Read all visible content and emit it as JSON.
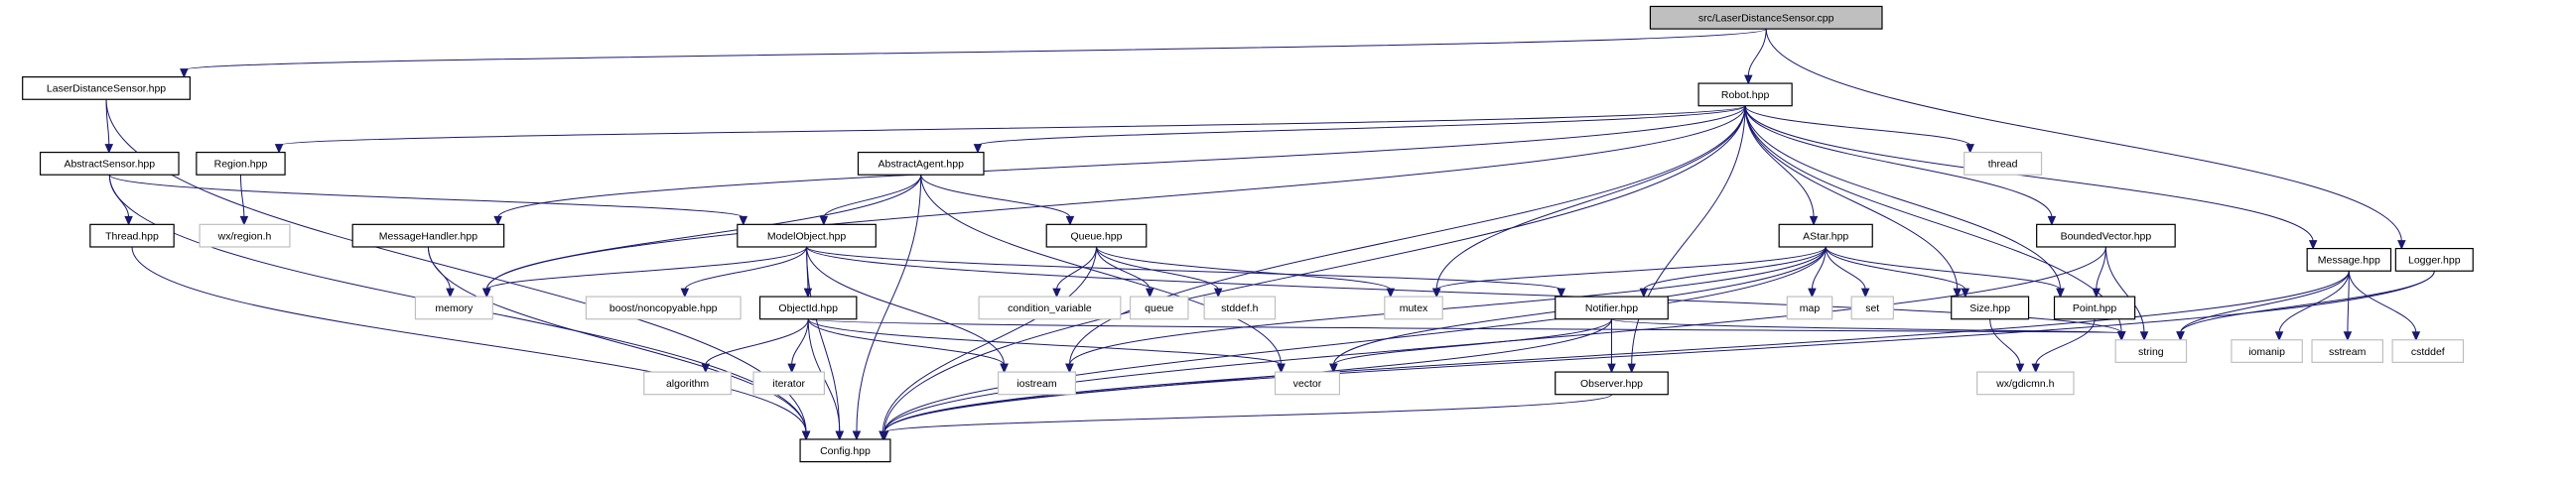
{
  "graph": {
    "root": "root",
    "colors": {
      "edge": "#191970",
      "node_border": "#000000",
      "external_border": "#bfbfbf",
      "root_fill": "#bfbfbf"
    },
    "nodes": [
      {
        "id": "root",
        "label": "src/LaserDistanceSensor.cpp",
        "kind": "root"
      },
      {
        "id": "lds",
        "label": "LaserDistanceSensor.hpp",
        "kind": "header"
      },
      {
        "id": "robot",
        "label": "Robot.hpp",
        "kind": "header"
      },
      {
        "id": "logger",
        "label": "Logger.hpp",
        "kind": "header"
      },
      {
        "id": "abssensor",
        "label": "AbstractSensor.hpp",
        "kind": "header"
      },
      {
        "id": "region",
        "label": "Region.hpp",
        "kind": "header"
      },
      {
        "id": "absagent",
        "label": "AbstractAgent.hpp",
        "kind": "header"
      },
      {
        "id": "thread",
        "label": "thread",
        "kind": "external"
      },
      {
        "id": "thread_hpp",
        "label": "Thread.hpp",
        "kind": "header"
      },
      {
        "id": "wxregion",
        "label": "wx/region.h",
        "kind": "external"
      },
      {
        "id": "msghandler",
        "label": "MessageHandler.hpp",
        "kind": "header"
      },
      {
        "id": "modelobj",
        "label": "ModelObject.hpp",
        "kind": "header"
      },
      {
        "id": "queue",
        "label": "Queue.hpp",
        "kind": "header"
      },
      {
        "id": "astar",
        "label": "AStar.hpp",
        "kind": "header"
      },
      {
        "id": "bvector",
        "label": "BoundedVector.hpp",
        "kind": "header"
      },
      {
        "id": "message",
        "label": "Message.hpp",
        "kind": "header"
      },
      {
        "id": "memory",
        "label": "memory",
        "kind": "external"
      },
      {
        "id": "boostnc",
        "label": "boost/noncopyable.hpp",
        "kind": "external"
      },
      {
        "id": "condvar",
        "label": "condition_variable",
        "kind": "external"
      },
      {
        "id": "queue_std",
        "label": "queue",
        "kind": "external"
      },
      {
        "id": "stddefh",
        "label": "stddef.h",
        "kind": "external"
      },
      {
        "id": "mutex",
        "label": "mutex",
        "kind": "external"
      },
      {
        "id": "map",
        "label": "map",
        "kind": "external"
      },
      {
        "id": "set",
        "label": "set",
        "kind": "external"
      },
      {
        "id": "objectid",
        "label": "ObjectId.hpp",
        "kind": "header"
      },
      {
        "id": "notifier",
        "label": "Notifier.hpp",
        "kind": "header"
      },
      {
        "id": "size",
        "label": "Size.hpp",
        "kind": "header"
      },
      {
        "id": "point",
        "label": "Point.hpp",
        "kind": "header"
      },
      {
        "id": "string",
        "label": "string",
        "kind": "external"
      },
      {
        "id": "iomanip",
        "label": "iomanip",
        "kind": "external"
      },
      {
        "id": "sstream",
        "label": "sstream",
        "kind": "external"
      },
      {
        "id": "cstddef",
        "label": "cstddef",
        "kind": "external"
      },
      {
        "id": "algorithm",
        "label": "algorithm",
        "kind": "external"
      },
      {
        "id": "iterator",
        "label": "iterator",
        "kind": "external"
      },
      {
        "id": "iostream",
        "label": "iostream",
        "kind": "external"
      },
      {
        "id": "vector",
        "label": "vector",
        "kind": "external"
      },
      {
        "id": "observer",
        "label": "Observer.hpp",
        "kind": "header"
      },
      {
        "id": "wxgdicmn",
        "label": "wx/gdicmn.h",
        "kind": "external"
      },
      {
        "id": "config",
        "label": "Config.hpp",
        "kind": "header"
      }
    ],
    "edges": [
      [
        "root",
        "lds"
      ],
      [
        "root",
        "robot"
      ],
      [
        "root",
        "logger"
      ],
      [
        "lds",
        "abssensor"
      ],
      [
        "lds",
        "config"
      ],
      [
        "abssensor",
        "thread_hpp"
      ],
      [
        "abssensor",
        "modelobj"
      ],
      [
        "abssensor",
        "config"
      ],
      [
        "thread_hpp",
        "config"
      ],
      [
        "region",
        "wxregion"
      ],
      [
        "robot",
        "region"
      ],
      [
        "robot",
        "absagent"
      ],
      [
        "robot",
        "msghandler"
      ],
      [
        "robot",
        "config"
      ],
      [
        "robot",
        "memory"
      ],
      [
        "robot",
        "mutex"
      ],
      [
        "robot",
        "iostream"
      ],
      [
        "robot",
        "thread"
      ],
      [
        "robot",
        "astar"
      ],
      [
        "robot",
        "size"
      ],
      [
        "robot",
        "point"
      ],
      [
        "robot",
        "bvector"
      ],
      [
        "robot",
        "string"
      ],
      [
        "robot",
        "message"
      ],
      [
        "robot",
        "observer"
      ],
      [
        "absagent",
        "modelobj"
      ],
      [
        "absagent",
        "queue"
      ],
      [
        "absagent",
        "memory"
      ],
      [
        "absagent",
        "vector"
      ],
      [
        "absagent",
        "config"
      ],
      [
        "msghandler",
        "memory"
      ],
      [
        "msghandler",
        "config"
      ],
      [
        "modelobj",
        "memory"
      ],
      [
        "modelobj",
        "boostnc"
      ],
      [
        "modelobj",
        "objectid"
      ],
      [
        "modelobj",
        "notifier"
      ],
      [
        "modelobj",
        "iostream"
      ],
      [
        "modelobj",
        "string"
      ],
      [
        "modelobj",
        "config"
      ],
      [
        "queue",
        "condvar"
      ],
      [
        "queue",
        "queue_std"
      ],
      [
        "queue",
        "stddefh"
      ],
      [
        "queue",
        "mutex"
      ],
      [
        "queue",
        "config"
      ],
      [
        "objectid",
        "algorithm"
      ],
      [
        "objectid",
        "iterator"
      ],
      [
        "objectid",
        "iostream"
      ],
      [
        "objectid",
        "vector"
      ],
      [
        "objectid",
        "string"
      ],
      [
        "objectid",
        "config"
      ],
      [
        "astar",
        "map"
      ],
      [
        "astar",
        "set"
      ],
      [
        "astar",
        "mutex"
      ],
      [
        "astar",
        "notifier"
      ],
      [
        "astar",
        "size"
      ],
      [
        "astar",
        "point"
      ],
      [
        "astar",
        "vector"
      ],
      [
        "astar",
        "iostream"
      ],
      [
        "astar",
        "config"
      ],
      [
        "notifier",
        "observer"
      ],
      [
        "notifier",
        "vector"
      ],
      [
        "notifier",
        "string"
      ],
      [
        "notifier",
        "config"
      ],
      [
        "observer",
        "config"
      ],
      [
        "size",
        "wxgdicmn"
      ],
      [
        "point",
        "wxgdicmn"
      ],
      [
        "bvector",
        "point"
      ],
      [
        "bvector",
        "string"
      ],
      [
        "bvector",
        "config"
      ],
      [
        "message",
        "string"
      ],
      [
        "message",
        "iomanip"
      ],
      [
        "message",
        "sstream"
      ],
      [
        "message",
        "cstddef"
      ],
      [
        "message",
        "config"
      ],
      [
        "logger",
        "string"
      ],
      [
        "logger",
        "config"
      ]
    ]
  }
}
